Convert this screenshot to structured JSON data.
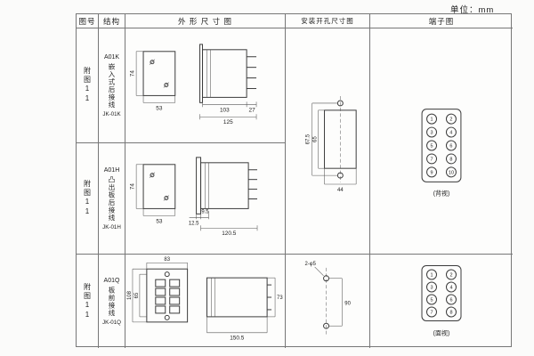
{
  "page": {
    "unit_label": "单位：mm"
  },
  "headers": {
    "fig_no": "图号",
    "structure": "结构",
    "outline": "外 形 尺 寸 图",
    "mounting": "安装开孔尺寸图",
    "terminal": "端子图"
  },
  "rows": [
    {
      "fig_no": "附图11",
      "model": "A01K",
      "desc": "嵌入式后接线",
      "code": "JK-01K",
      "dims": {
        "h": "74",
        "w": "53",
        "body": "103",
        "tail": "27",
        "total": "125"
      }
    },
    {
      "fig_no": "附图11",
      "model": "A01H",
      "desc": "凸出板后接线",
      "code": "JK-01H",
      "dims": {
        "h": "74",
        "w": "53",
        "flange": "12.5",
        "gap": "9.5",
        "body": "120.5"
      }
    },
    {
      "fig_no": "附图11",
      "model": "A01Q",
      "desc": "板前接线",
      "code": "JK-01Q",
      "dims": {
        "top": "83",
        "inner_h": "65",
        "outer_h": "108",
        "depth": "150.5",
        "side_h": "73"
      }
    }
  ],
  "mounting_12": {
    "hole_span": "67.5",
    "cutout_h": "65",
    "cutout_w": "44"
  },
  "mounting_3": {
    "holes": "2-φ5",
    "span": "90"
  },
  "terminal_rear": {
    "label": "(背视)",
    "cells": [
      "1",
      "2",
      "3",
      "4",
      "5",
      "6",
      "7",
      "8",
      "9",
      "10"
    ]
  },
  "terminal_front": {
    "label": "(面视)",
    "cells": [
      "1",
      "2",
      "3",
      "4",
      "5",
      "6",
      "7",
      "8"
    ]
  }
}
